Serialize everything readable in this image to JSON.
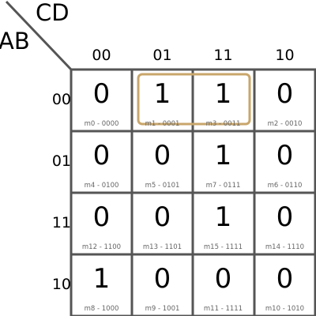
{
  "kmap": {
    "col_var": "CD",
    "row_var": "AB",
    "col_headers": [
      "00",
      "01",
      "11",
      "10"
    ],
    "row_headers": [
      "00",
      "01",
      "11",
      "10"
    ],
    "cells": [
      [
        {
          "value": "0",
          "minterm": "m0 - 0000"
        },
        {
          "value": "1",
          "minterm": "m1 - 0001"
        },
        {
          "value": "1",
          "minterm": "m3 - 0011"
        },
        {
          "value": "0",
          "minterm": "m2 - 0010"
        }
      ],
      [
        {
          "value": "0",
          "minterm": "m4 - 0100"
        },
        {
          "value": "0",
          "minterm": "m5 - 0101"
        },
        {
          "value": "1",
          "minterm": "m7 - 0111"
        },
        {
          "value": "0",
          "minterm": "m6 - 0110"
        }
      ],
      [
        {
          "value": "0",
          "minterm": "m12 - 1100"
        },
        {
          "value": "0",
          "minterm": "m13 - 1101"
        },
        {
          "value": "1",
          "minterm": "m15 - 1111"
        },
        {
          "value": "0",
          "minterm": "m14 - 1110"
        }
      ],
      [
        {
          "value": "1",
          "minterm": "m8 - 1000"
        },
        {
          "value": "0",
          "minterm": "m9 - 1001"
        },
        {
          "value": "0",
          "minterm": "m11 - 1111"
        },
        {
          "value": "0",
          "minterm": "m10 - 1010"
        }
      ]
    ]
  },
  "groups": [
    {
      "row": 0,
      "cols": [
        1,
        2
      ],
      "color": "#c9a66b"
    }
  ],
  "colors": {
    "grid": "#555555",
    "minterm_text": "#666666"
  }
}
